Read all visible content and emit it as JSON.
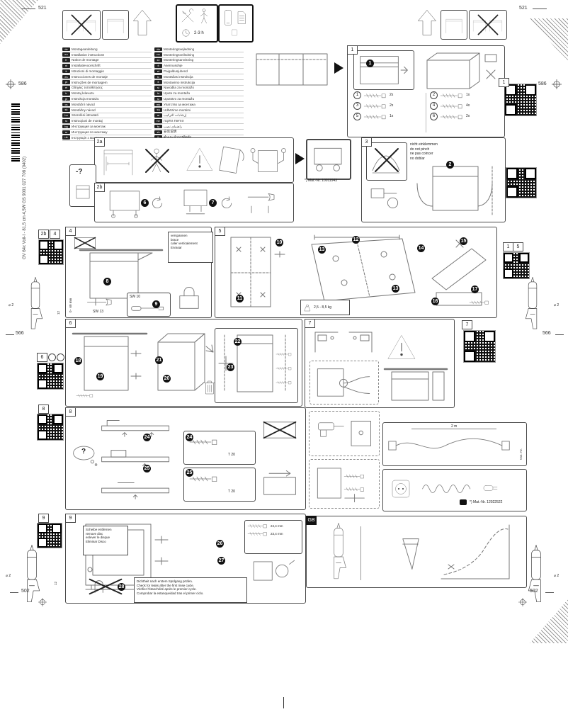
{
  "page": {
    "doc_code_vertical": "GV 64x  Voll-I - 81,5 cm  4,5W GS  9001 027 708  (0402)",
    "time_estimate": "2-3 h",
    "help_mark": "-?",
    "question_mark": "?",
    "reg": {
      "tl": "521",
      "tr": "521",
      "l586": "586",
      "r586": "586",
      "l566": "566",
      "r566": "566",
      "l502": "502",
      "r502": "502"
    }
  },
  "gun": {
    "dia": "⌀ 2",
    "len": "12"
  },
  "qr_tabs": {
    "q1": "1",
    "q2b": "2b",
    "q4": "4",
    "q1b": "1",
    "q5": "5",
    "q6": "6",
    "q7": "7",
    "q8": "8",
    "q9": "9"
  },
  "languages": {
    "col1": [
      {
        "code": "de",
        "title": "Montageanleitung"
      },
      {
        "code": "en",
        "title": "Installation instructions"
      },
      {
        "code": "fr",
        "title": "Notice de montage"
      },
      {
        "code": "nl",
        "title": "Installatievoorschrift"
      },
      {
        "code": "it",
        "title": "Istruzioni di montaggio"
      },
      {
        "code": "es",
        "title": "Instrucciones de montaje"
      },
      {
        "code": "pt",
        "title": "Instruções de montagem"
      },
      {
        "code": "el",
        "title": "Οδηγίες τοποθέτησης"
      },
      {
        "code": "tr",
        "title": "Montaj kılavuzu"
      },
      {
        "code": "pl",
        "title": "Instrukcja montażu"
      },
      {
        "code": "cs",
        "title": "Montážní návod"
      },
      {
        "code": "sk",
        "title": "Montážny návod"
      },
      {
        "code": "hu",
        "title": "Szerelési útmutató"
      },
      {
        "code": "ro",
        "title": "Instrucţiuni de montaj"
      },
      {
        "code": "bg",
        "title": "Инструкция за монтаж"
      },
      {
        "code": "ru",
        "title": "Инструкция по монтажу"
      },
      {
        "code": "uk",
        "title": "Інструкція з монтажу"
      }
    ],
    "col2": [
      {
        "code": "da",
        "title": "Monteringsvejledning"
      },
      {
        "code": "no",
        "title": "Monteringsveiledning"
      },
      {
        "code": "sv",
        "title": "Monteringsanvisning"
      },
      {
        "code": "fi",
        "title": "Asennusohje"
      },
      {
        "code": "et",
        "title": "Paigaldusjuhend"
      },
      {
        "code": "lv",
        "title": "Montāžas instrukcija"
      },
      {
        "code": "lt",
        "title": "Montavimo instrukcija"
      },
      {
        "code": "sl",
        "title": "Navodila za montažo"
      },
      {
        "code": "hr",
        "title": "Upute za montažu"
      },
      {
        "code": "sr",
        "title": "Uputstvo za montažu"
      },
      {
        "code": "mk",
        "title": "Упатство за монтажа"
      },
      {
        "code": "sq",
        "title": "Udhëzime montimi"
      },
      {
        "code": "ar",
        "title": "إرشادات التركيب"
      },
      {
        "code": "he",
        "title": "הוראות התקנה"
      },
      {
        "code": "fa",
        "title": "راهنمای نصب"
      },
      {
        "code": "zh",
        "title": "安装说明"
      },
      {
        "code": "th",
        "title": "คำแนะนำการติดตั้ง"
      }
    ]
  },
  "panels": {
    "p1": {
      "num": "1",
      "parts": [
        {
          "num": "1",
          "qty": "2x"
        },
        {
          "num": "2",
          "qty": "1x"
        },
        {
          "num": "3",
          "qty": "2x"
        },
        {
          "num": "4",
          "qty": "4x"
        },
        {
          "num": "5",
          "qty": "1x"
        },
        {
          "num": "6",
          "qty": "2x"
        }
      ]
    },
    "p2a": {
      "num": "2a",
      "note": "*) Mat.-Nr. 10011943"
    },
    "p2b": {
      "num": "2b"
    },
    "p3": {
      "num": "3",
      "lines": [
        "nicht einklemmen",
        "do not pinch",
        "ne pas coincer",
        "no doblar"
      ]
    },
    "p4": {
      "num": "4",
      "brace": [
        "verspannen",
        "brace",
        "caler verticalement",
        "Enrasar"
      ],
      "range": "0 - 60 mm",
      "sw13": "SW 13",
      "sw10": "SW 10"
    },
    "p5": {
      "num": "5",
      "weight": "2,5 - 8,5 kg"
    },
    "p6": {
      "num": "6"
    },
    "p7": {
      "num": "7"
    },
    "p8": {
      "num": "8",
      "torx": "T 20"
    },
    "p9": {
      "num": "9",
      "disc": [
        "Scheibe entfernen",
        "remove disc",
        "enlever le disque",
        "Eliminar Disco"
      ],
      "sizes": [
        "24,4 mm",
        "23,4 mm"
      ],
      "check": [
        "Dichtheit nach erstem Spülgang prüfen.",
        "Check for leaks after the first rinse cycle.",
        "Vérifier l'étanchéité après le premier cycle.",
        "Comprobar la estanqueidad tras el primer ciclo."
      ]
    },
    "gb": {
      "num": "GB"
    },
    "hose": {
      "length": "2 m",
      "mat": "Mat.-Nr."
    },
    "power": {
      "note": "*) Mat.-Nr. 12022522"
    }
  },
  "steps": {
    "p1": [
      "1"
    ],
    "p2b": [
      "6",
      "7"
    ],
    "p3": [
      "2"
    ],
    "p4": [
      "8",
      "9"
    ],
    "p5": [
      "10",
      "11",
      "12",
      "13",
      "13",
      "14",
      "15",
      "16",
      "17"
    ],
    "p6": [
      "18",
      "19",
      "20",
      "21",
      "22",
      "23"
    ],
    "p8": [
      "24",
      "25",
      "24",
      "25"
    ],
    "p9": [
      "26",
      "27",
      "28"
    ]
  }
}
